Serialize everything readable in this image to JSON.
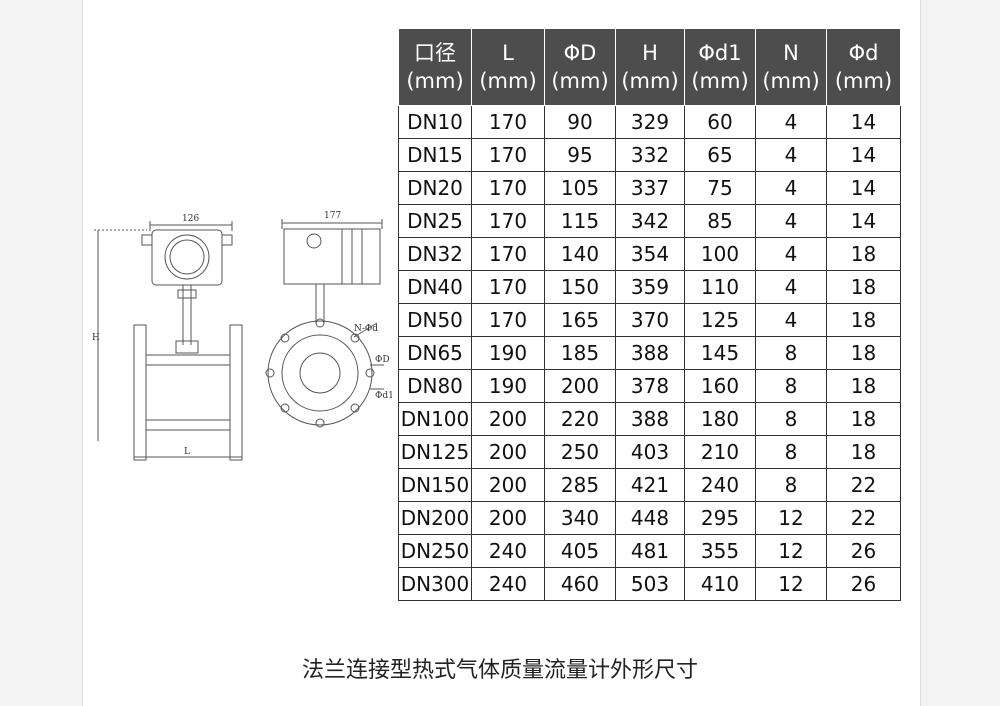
{
  "table": {
    "headers": [
      {
        "top": "口径",
        "bottom": "(mm)"
      },
      {
        "top": "L",
        "bottom": "(mm)"
      },
      {
        "top": "ΦD",
        "bottom": "(mm)"
      },
      {
        "top": "H",
        "bottom": "(mm)"
      },
      {
        "top": "Φd1",
        "bottom": "(mm)"
      },
      {
        "top": "N",
        "bottom": "(mm)"
      },
      {
        "top": "Φd",
        "bottom": "(mm)"
      }
    ],
    "rows": [
      [
        "DN10",
        "170",
        "90",
        "329",
        "60",
        "4",
        "14"
      ],
      [
        "DN15",
        "170",
        "95",
        "332",
        "65",
        "4",
        "14"
      ],
      [
        "DN20",
        "170",
        "105",
        "337",
        "75",
        "4",
        "14"
      ],
      [
        "DN25",
        "170",
        "115",
        "342",
        "85",
        "4",
        "14"
      ],
      [
        "DN32",
        "170",
        "140",
        "354",
        "100",
        "4",
        "18"
      ],
      [
        "DN40",
        "170",
        "150",
        "359",
        "110",
        "4",
        "18"
      ],
      [
        "DN50",
        "170",
        "165",
        "370",
        "125",
        "4",
        "18"
      ],
      [
        "DN65",
        "190",
        "185",
        "388",
        "145",
        "8",
        "18"
      ],
      [
        "DN80",
        "190",
        "200",
        "378",
        "160",
        "8",
        "18"
      ],
      [
        "DN100",
        "200",
        "220",
        "388",
        "180",
        "8",
        "18"
      ],
      [
        "DN125",
        "200",
        "250",
        "403",
        "210",
        "8",
        "18"
      ],
      [
        "DN150",
        "200",
        "285",
        "421",
        "240",
        "8",
        "22"
      ],
      [
        "DN200",
        "200",
        "340",
        "448",
        "295",
        "12",
        "22"
      ],
      [
        "DN250",
        "240",
        "405",
        "481",
        "355",
        "12",
        "26"
      ],
      [
        "DN300",
        "240",
        "460",
        "503",
        "410",
        "12",
        "26"
      ]
    ]
  },
  "drawing": {
    "front_width_label": "126",
    "side_width_label": "177",
    "height_label": "H",
    "length_label": "L",
    "bolt_label": "N-Φd",
    "outer_dia_label": "ΦD",
    "bolt_circle_label": "Φd1"
  },
  "caption": "法兰连接型热式气体质量流量计外形尺寸"
}
